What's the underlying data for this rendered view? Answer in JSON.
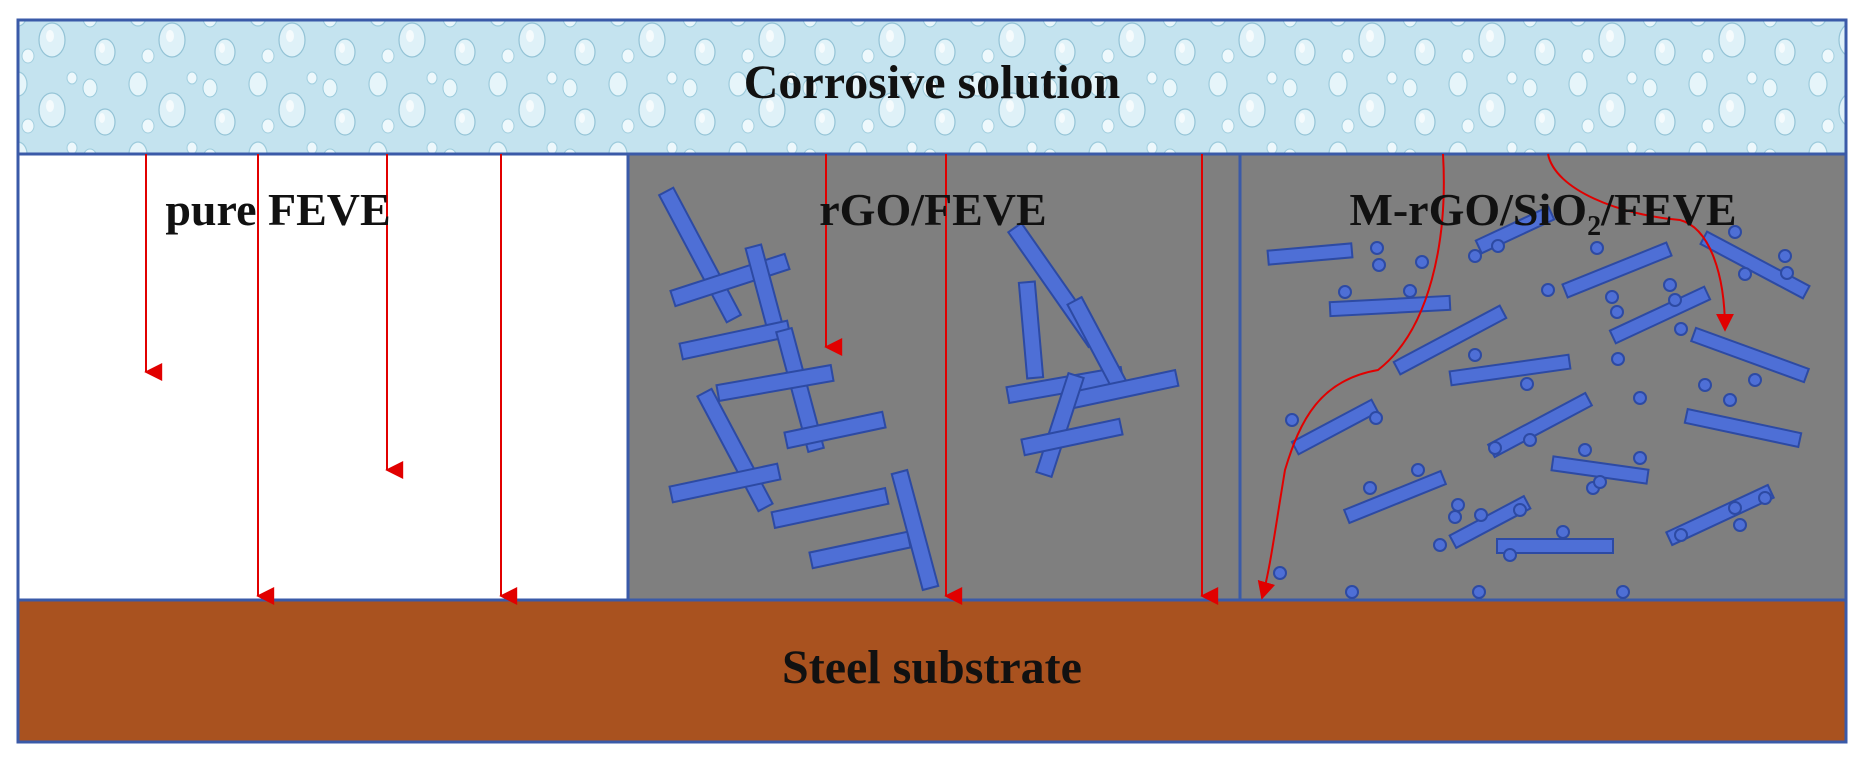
{
  "solution": {
    "label": "Corrosive solution"
  },
  "panels": [
    {
      "label": "pure FEVE"
    },
    {
      "label": "rGO/FEVE"
    },
    {
      "label_main": "M-rGO/SiO",
      "label_sub": "2",
      "label_end": "/FEVE"
    }
  ],
  "substrate": {
    "label": "Steel substrate"
  },
  "colors": {
    "frame": "#3a5aa8",
    "coating_gray": "#7f7f7f",
    "sheet": "#4e6fd6",
    "sheet_edge": "#2d4aa3",
    "arrow": "#e10000",
    "steel": "#a9521f",
    "solution": "#bfe1ee"
  }
}
